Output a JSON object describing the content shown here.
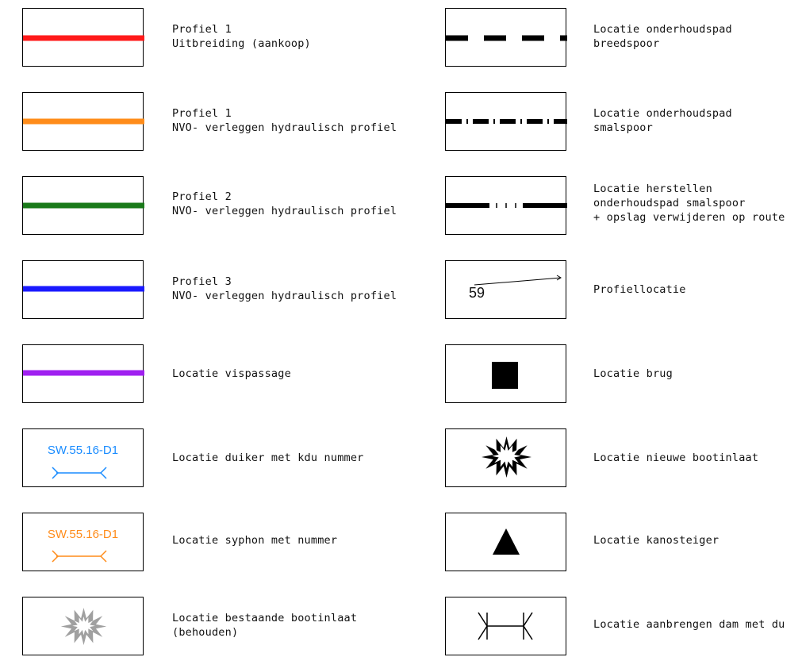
{
  "legend": {
    "left": [
      {
        "lines": [
          "Profiel 1",
          "Uitbreiding (aankoop)"
        ],
        "color": "#ff1a1a",
        "icon": "red-line"
      },
      {
        "lines": [
          "Profiel 1",
          "NVO- verleggen hydraulisch profiel"
        ],
        "color": "#ff8c1a",
        "icon": "orange-line"
      },
      {
        "lines": [
          "Profiel 2",
          "NVO- verleggen hydraulisch profiel"
        ],
        "color": "#1a7a1a",
        "icon": "green-line"
      },
      {
        "lines": [
          "Profiel 3",
          "NVO- verleggen hydraulisch profiel"
        ],
        "color": "#1a1aff",
        "icon": "blue-line"
      },
      {
        "lines": [
          "Locatie vispassage"
        ],
        "color": "#a020f0",
        "icon": "purple-line"
      },
      {
        "lines": [
          "Locatie duiker met kdu nummer"
        ],
        "color": "#1a8cff",
        "icon": "culvert-symbol",
        "box_text": "SW.55.16-D1"
      },
      {
        "lines": [
          "Locatie syphon met nummer"
        ],
        "color": "#ff8c1a",
        "icon": "syphon-symbol",
        "box_text": "SW.55.16-D1"
      },
      {
        "lines": [
          "Locatie bestaande bootinlaat",
          "(behouden)"
        ],
        "color": "#a0a0a0",
        "icon": "star-burst-gray-icon"
      }
    ],
    "right": [
      {
        "lines": [
          "Locatie onderhoudspad",
          "breedspoor"
        ],
        "icon": "dashed-line-wide"
      },
      {
        "lines": [
          "Locatie onderhoudspad",
          "smalspoor"
        ],
        "icon": "dash-dot-line"
      },
      {
        "lines": [
          "Locatie herstellen",
          "onderhoudspad smalspoor",
          "+ opslag verwijderen op route"
        ],
        "icon": "dash-tick-line"
      },
      {
        "lines": [
          "Profiellocatie"
        ],
        "icon": "profile-arrow",
        "box_text": "59"
      },
      {
        "lines": [
          "Locatie brug"
        ],
        "icon": "square-icon"
      },
      {
        "lines": [
          "Locatie nieuwe bootinlaat"
        ],
        "icon": "star-burst-outline-icon"
      },
      {
        "lines": [
          "Locatie kanosteiger"
        ],
        "icon": "triangle-icon"
      },
      {
        "lines": [
          "Locatie aanbrengen dam met du"
        ],
        "icon": "dam-symbol"
      }
    ]
  }
}
